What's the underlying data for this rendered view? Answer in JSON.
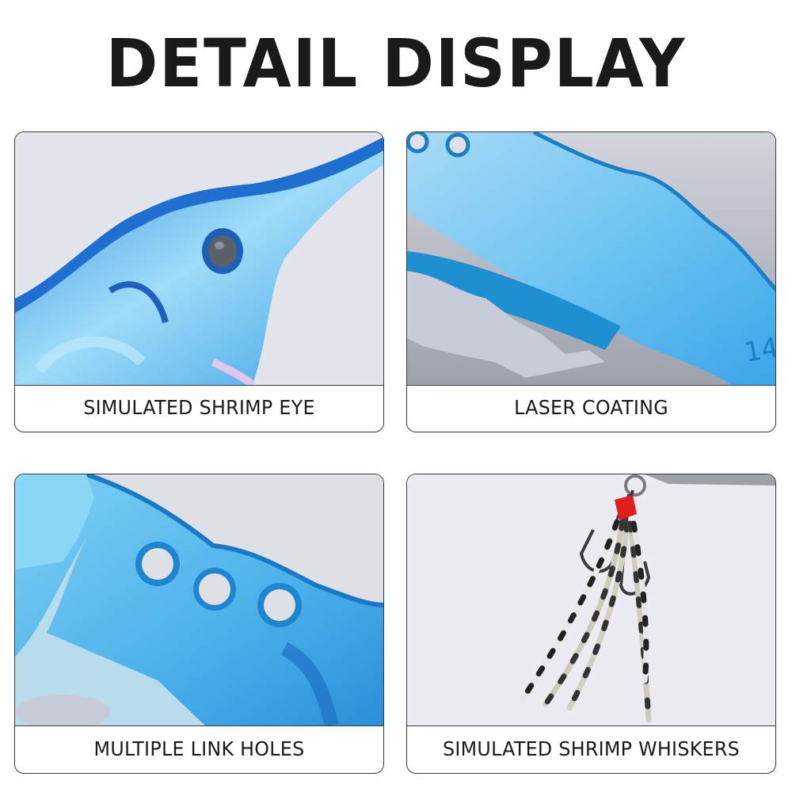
{
  "header": {
    "title": "DETAIL DISPLAY"
  },
  "cards": [
    {
      "caption": "SIMULATED SHRIMP EYE",
      "image": "shrimp-eye-closeup"
    },
    {
      "caption": "LASER COATING",
      "image": "laser-coating-closeup"
    },
    {
      "caption": "MULTIPLE LINK HOLES",
      "image": "link-holes-closeup"
    },
    {
      "caption": "SIMULATED SHRIMP WHISKERS",
      "image": "hook-whiskers-closeup"
    }
  ],
  "colors": {
    "text": "#1a1a1a",
    "border": "#3a3a3a",
    "lure_blue": "#1f7fd0",
    "lure_light": "#8fd3f5",
    "background_photo": "#e6e6ec",
    "thread_red": "#e01e1e"
  }
}
